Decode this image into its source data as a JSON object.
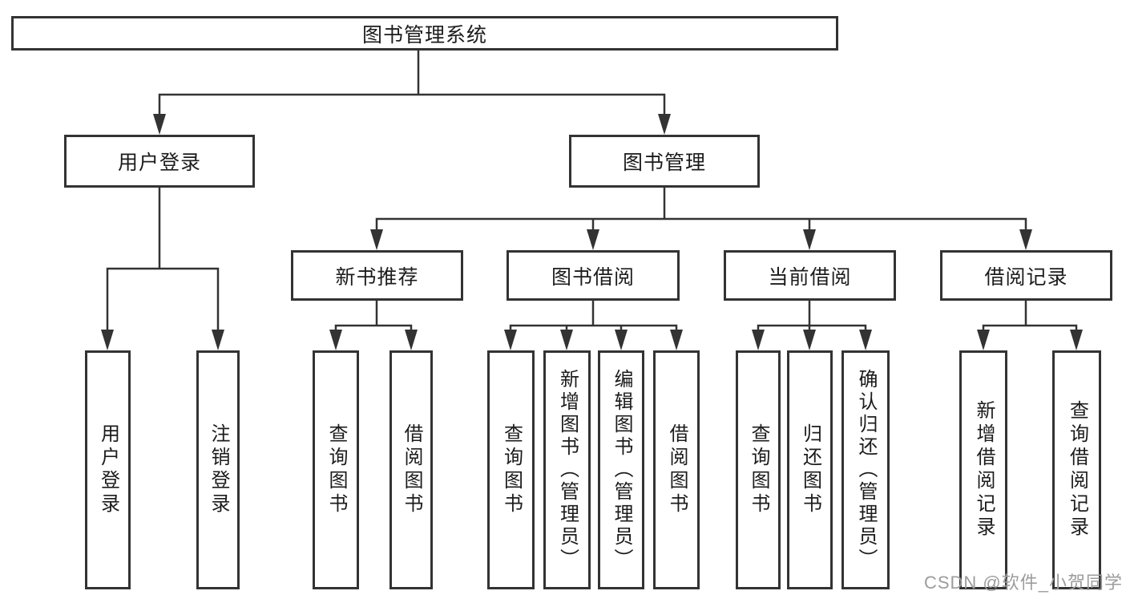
{
  "diagram": {
    "title": "图书管理系统",
    "nodes": {
      "root": {
        "label": "图书管理系统"
      },
      "level2": [
        {
          "id": "user-login",
          "label": "用户登录"
        },
        {
          "id": "book-management",
          "label": "图书管理"
        }
      ],
      "level3": [
        {
          "id": "new-book-recommend",
          "label": "新书推荐"
        },
        {
          "id": "book-borrow",
          "label": "图书借阅"
        },
        {
          "id": "current-borrow",
          "label": "当前借阅"
        },
        {
          "id": "borrow-records",
          "label": "借阅记录"
        }
      ],
      "leaves": {
        "login_group": [
          {
            "label": "用户登录"
          },
          {
            "label": "注销登录"
          }
        ],
        "recommend_group": [
          {
            "label": "查询图书"
          },
          {
            "label": "借阅图书"
          }
        ],
        "borrow_group": [
          {
            "label": "查询图书"
          },
          {
            "label": "新增图书（管理员）"
          },
          {
            "label": "编辑图书（管理员）"
          },
          {
            "label": "借阅图书"
          }
        ],
        "current_group": [
          {
            "label": "查询图书"
          },
          {
            "label": "归还图书"
          },
          {
            "label": "确认归还（管理员）"
          }
        ],
        "records_group": [
          {
            "label": "新增借阅记录"
          },
          {
            "label": "查询借阅记录"
          }
        ]
      }
    },
    "watermark": {
      "text": "CSDN @软件_小贺同学",
      "color": "#9c9c9c"
    },
    "colors": {
      "background": "#ffffff",
      "line": "#333333",
      "box_border": "#333333",
      "box_fill": "#ffffff",
      "text": "#1c1c1c"
    }
  }
}
